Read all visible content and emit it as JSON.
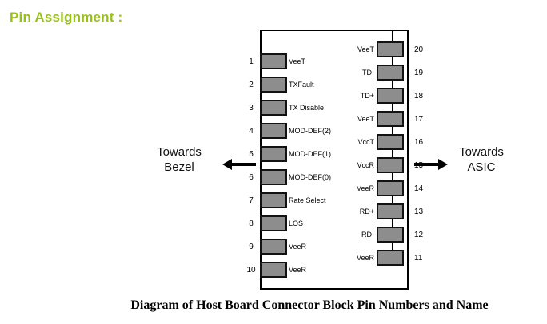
{
  "page": {
    "title": "Pin Assignment :",
    "title_color": "#9ac01c",
    "caption": "Diagram of Host Board Connector Block Pin Numbers and Name"
  },
  "annotations": {
    "left": {
      "line1": "Towards",
      "line2": "Bezel",
      "arrow": "arrow-left-icon"
    },
    "right": {
      "line1": "Towards",
      "line2": "ASIC",
      "arrow": "arrow-right-icon"
    }
  },
  "connector": {
    "pad_color": "#8d8d8d",
    "pad_border_color": "#121212",
    "left_pins": [
      {
        "number": "1",
        "label": "VeeT"
      },
      {
        "number": "2",
        "label": "TXFault"
      },
      {
        "number": "3",
        "label": "TX Disable"
      },
      {
        "number": "4",
        "label": "MOD-DEF(2)"
      },
      {
        "number": "5",
        "label": "MOD-DEF(1)"
      },
      {
        "number": "6",
        "label": "MOD-DEF(0)"
      },
      {
        "number": "7",
        "label": "Rate Select"
      },
      {
        "number": "8",
        "label": "LOS"
      },
      {
        "number": "9",
        "label": "VeeR"
      },
      {
        "number": "10",
        "label": "VeeR"
      }
    ],
    "right_pins": [
      {
        "number": "20",
        "label": "VeeT"
      },
      {
        "number": "19",
        "label": "TD-"
      },
      {
        "number": "18",
        "label": "TD+"
      },
      {
        "number": "17",
        "label": "VeeT"
      },
      {
        "number": "16",
        "label": "VccT"
      },
      {
        "number": "15",
        "label": "VccR"
      },
      {
        "number": "14",
        "label": "VeeR"
      },
      {
        "number": "13",
        "label": "RD+"
      },
      {
        "number": "12",
        "label": "RD-"
      },
      {
        "number": "11",
        "label": "VeeR"
      }
    ]
  }
}
